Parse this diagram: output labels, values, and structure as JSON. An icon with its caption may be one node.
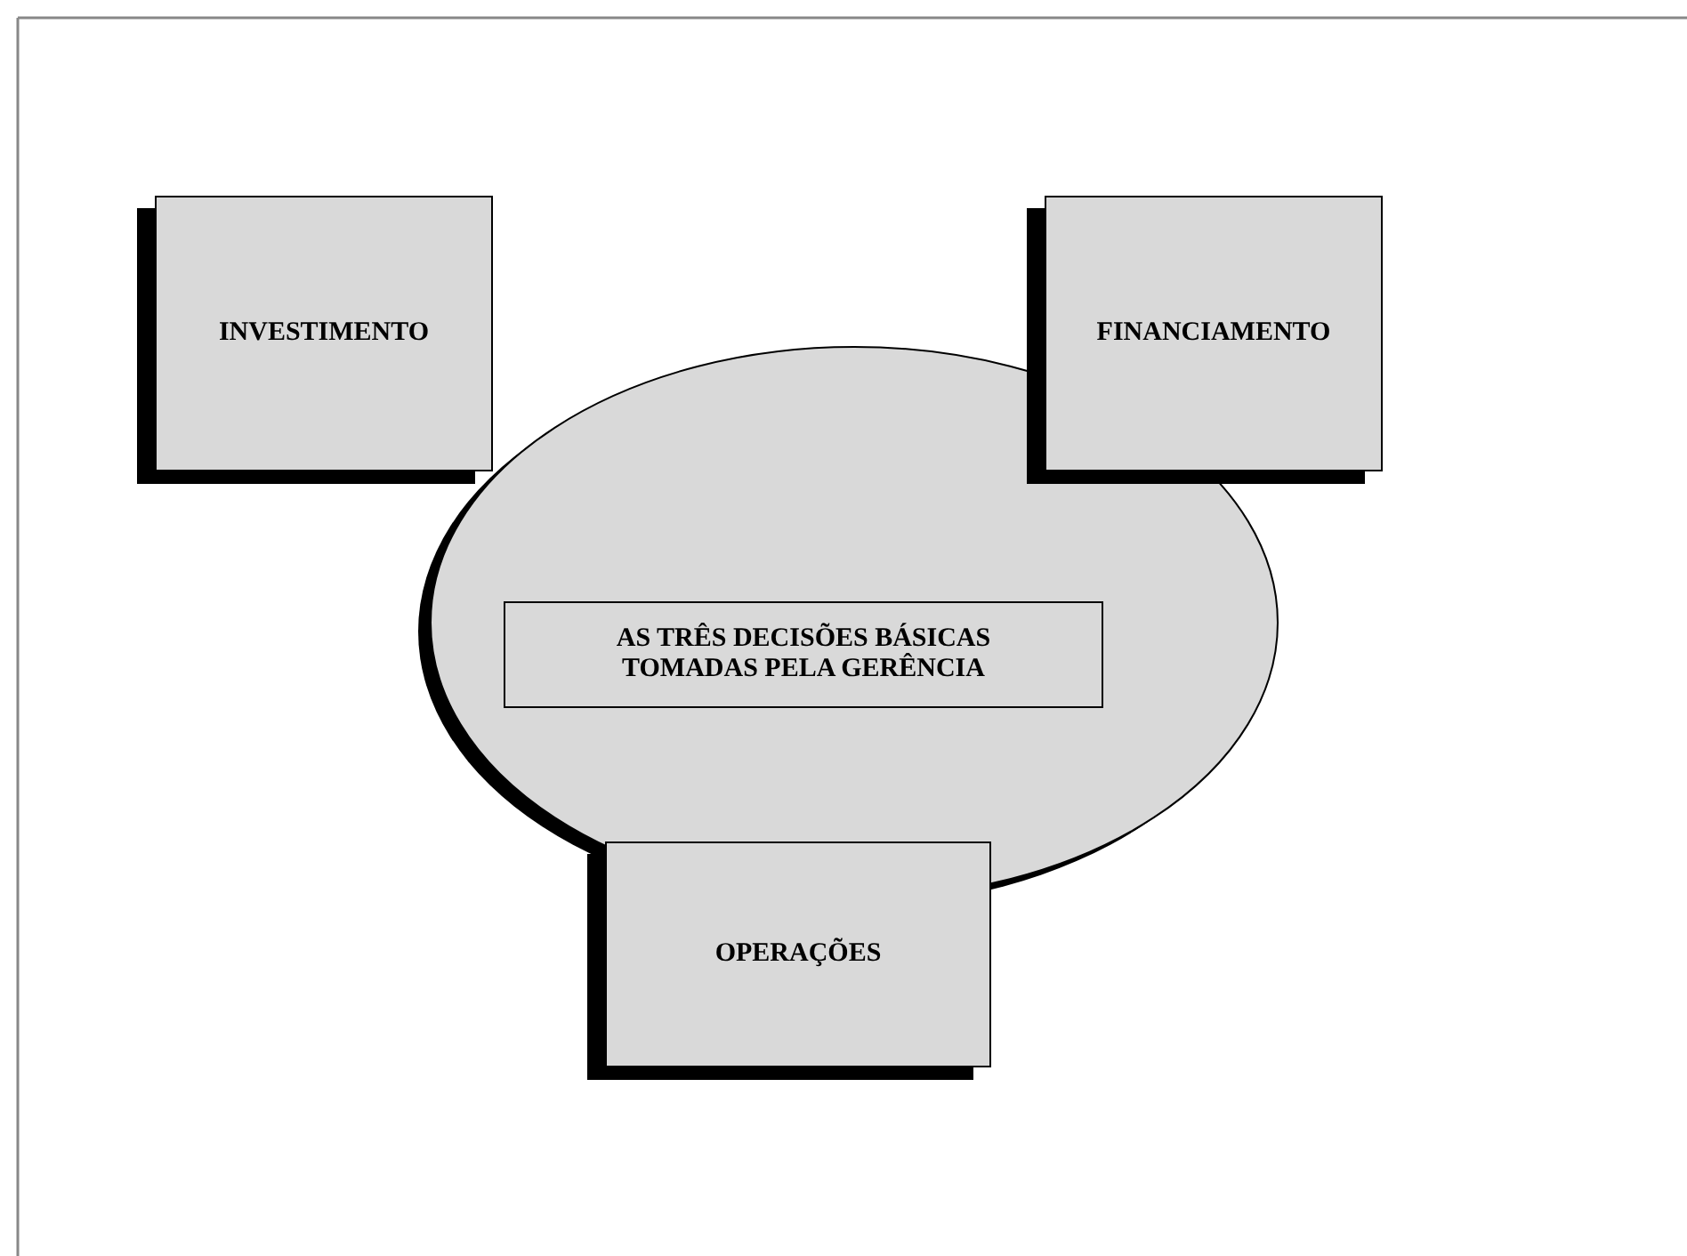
{
  "diagram": {
    "nodes": [
      {
        "text": [
          "INVESTIMENTO"
        ]
      },
      {
        "text": [
          "FINANCIAMENTO"
        ]
      },
      {
        "text": [],
        "shape": "ellipse"
      },
      {
        "text": [
          "AS TRÊS DECISÕES BÁSICAS TOMADAS PELA GERÊNCIA"
        ],
        "in": 2
      },
      {
        "text": [
          "OPERAÇÕES"
        ]
      }
    ],
    "edges": []
  }
}
